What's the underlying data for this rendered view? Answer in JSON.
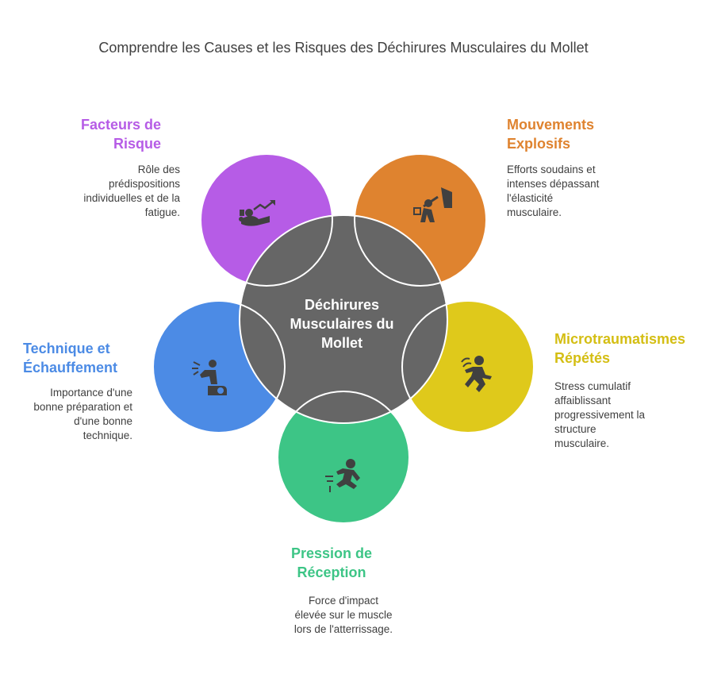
{
  "title": "Comprendre les Causes et les Risques des Déchirures Musculaires du Mollet",
  "center": {
    "label_lines": [
      "Déchirures",
      "Musculaires du",
      "Mollet"
    ],
    "color": "#666666"
  },
  "factors": {
    "risque": {
      "heading_lines": [
        "Facteurs de",
        "Risque"
      ],
      "desc_lines": [
        "Rôle des",
        "prédispositions",
        "individuelles et de la",
        "fatigue."
      ],
      "color": "#b65ce6",
      "icon": "rising-chart-person-icon"
    },
    "explosifs": {
      "heading_lines": [
        "Mouvements",
        "Explosifs"
      ],
      "desc_lines": [
        "Efforts soudains et",
        "intenses dépassant",
        "l'élasticité",
        "musculaire."
      ],
      "color": "#df832f",
      "icon": "weightlifting-person-icon"
    },
    "micro": {
      "heading_lines": [
        "Microtraumatismes",
        "Répétés"
      ],
      "desc_lines": [
        "Stress cumulatif",
        "affaiblissant",
        "progressivement la",
        "structure",
        "musculaire."
      ],
      "color": "#dfc91b",
      "icon": "running-person-icon"
    },
    "reception": {
      "heading_lines": [
        "Pression de",
        "Réception"
      ],
      "desc_lines": [
        "Force d'impact",
        "élevée sur le muscle",
        "lors de l'atterrissage."
      ],
      "color": "#3dc586",
      "icon": "jumping-person-icon"
    },
    "technique": {
      "heading_lines": [
        "Technique et",
        "Échauffement"
      ],
      "desc_lines": [
        "Importance d'une",
        "bonne préparation et",
        "d'une bonne",
        "technique."
      ],
      "color": "#4c8be5",
      "icon": "stretching-person-icon"
    }
  }
}
